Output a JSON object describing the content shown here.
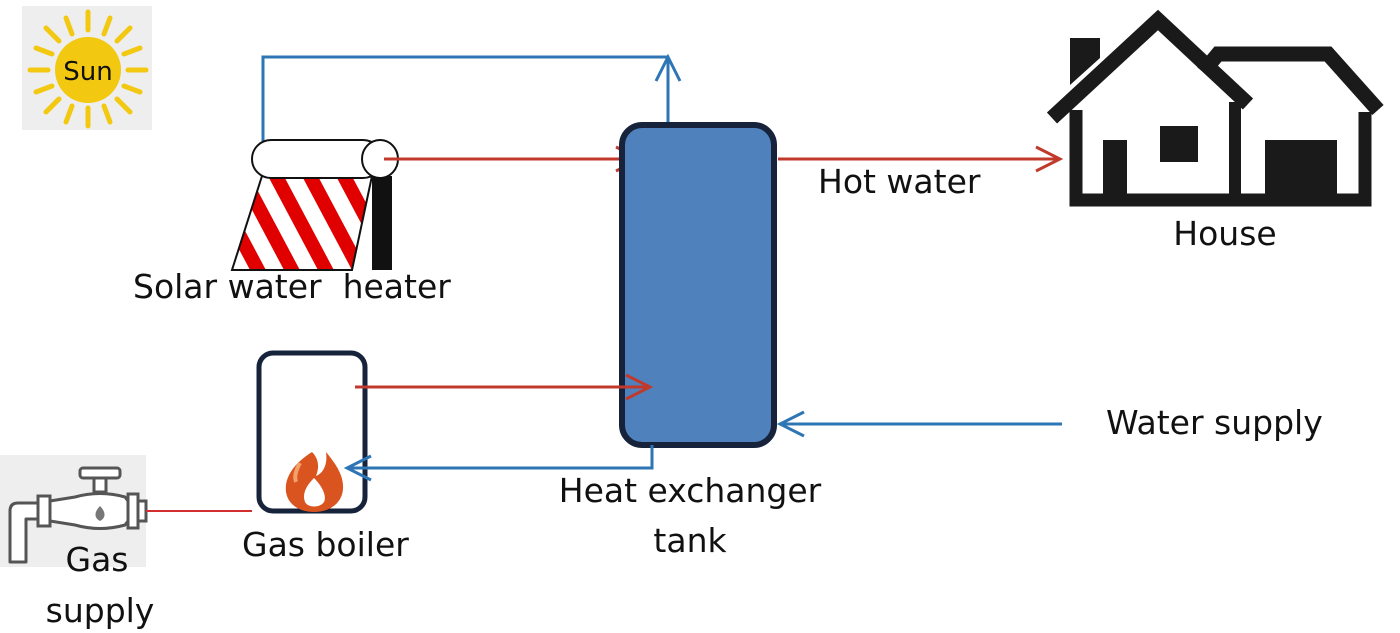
{
  "colors": {
    "hot": "#c0392b",
    "cold": "#2e75b6",
    "tank": "#4f81bd",
    "tank_border": "#17233a",
    "sun": "#f2c811",
    "house": "#1a1a1a"
  },
  "icons": [
    "sun-icon",
    "solar-panel-icon",
    "flame-icon",
    "tap-icon",
    "house-icon"
  ],
  "labels": {
    "sun": "Sun",
    "solar_heater": "Solar water  heater",
    "hot_water": "Hot water",
    "house": "House",
    "water_supply": "Water supply",
    "gas_boiler": "Gas boiler",
    "heat_exchanger_line1": "Heat exchanger",
    "heat_exchanger_line2": "tank",
    "gas_supply_line1": "Gas",
    "gas_supply_line2": "supply"
  }
}
